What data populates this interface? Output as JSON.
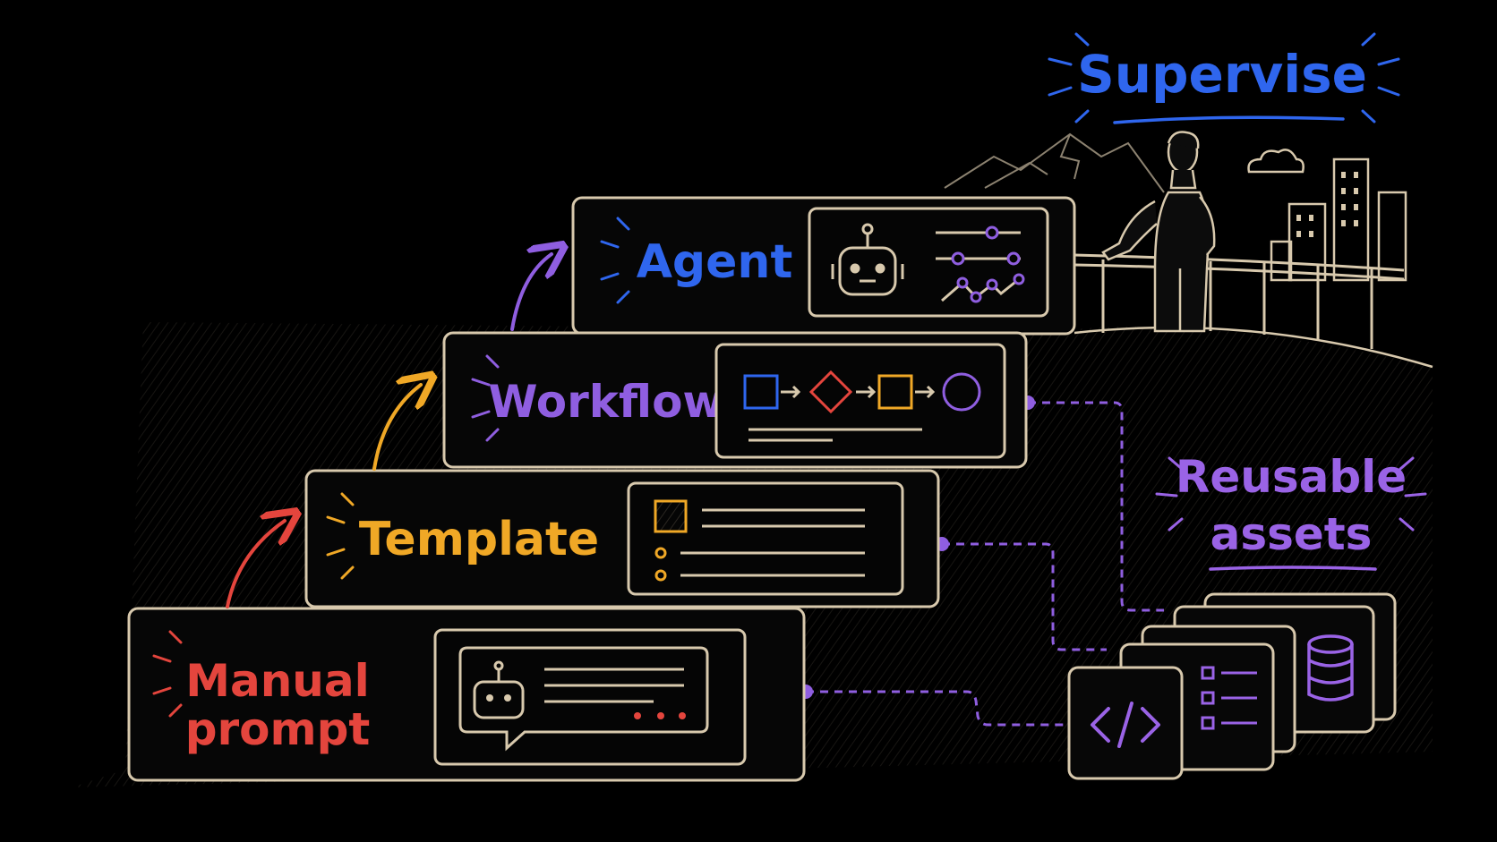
{
  "steps": [
    {
      "label_lines": [
        "Manual",
        "prompt"
      ],
      "color": "#e4453d"
    },
    {
      "label_lines": [
        "Template"
      ],
      "color": "#f0a826"
    },
    {
      "label_lines": [
        "Workflow"
      ],
      "color": "#8f5ee0"
    },
    {
      "label_lines": [
        "Agent"
      ],
      "color": "#2f66ee"
    }
  ],
  "supervise": {
    "label": "Supervise",
    "color": "#2f66ee"
  },
  "reusable": {
    "label_lines": [
      "Reusable",
      "assets"
    ],
    "color": "#9a63e6"
  },
  "colors": {
    "line": "#d8c9ad",
    "dashed": "#8f5ee0",
    "background": "#000000"
  },
  "icons": {
    "manual": "chat-robot-icon",
    "template": "template-list-icon",
    "workflow": "flow-shapes-icon",
    "agent": "robot-sliders-icon",
    "assets": [
      "code-icon",
      "checklist-icon",
      "database-icon"
    ],
    "person": "person-supervisor-icon"
  }
}
